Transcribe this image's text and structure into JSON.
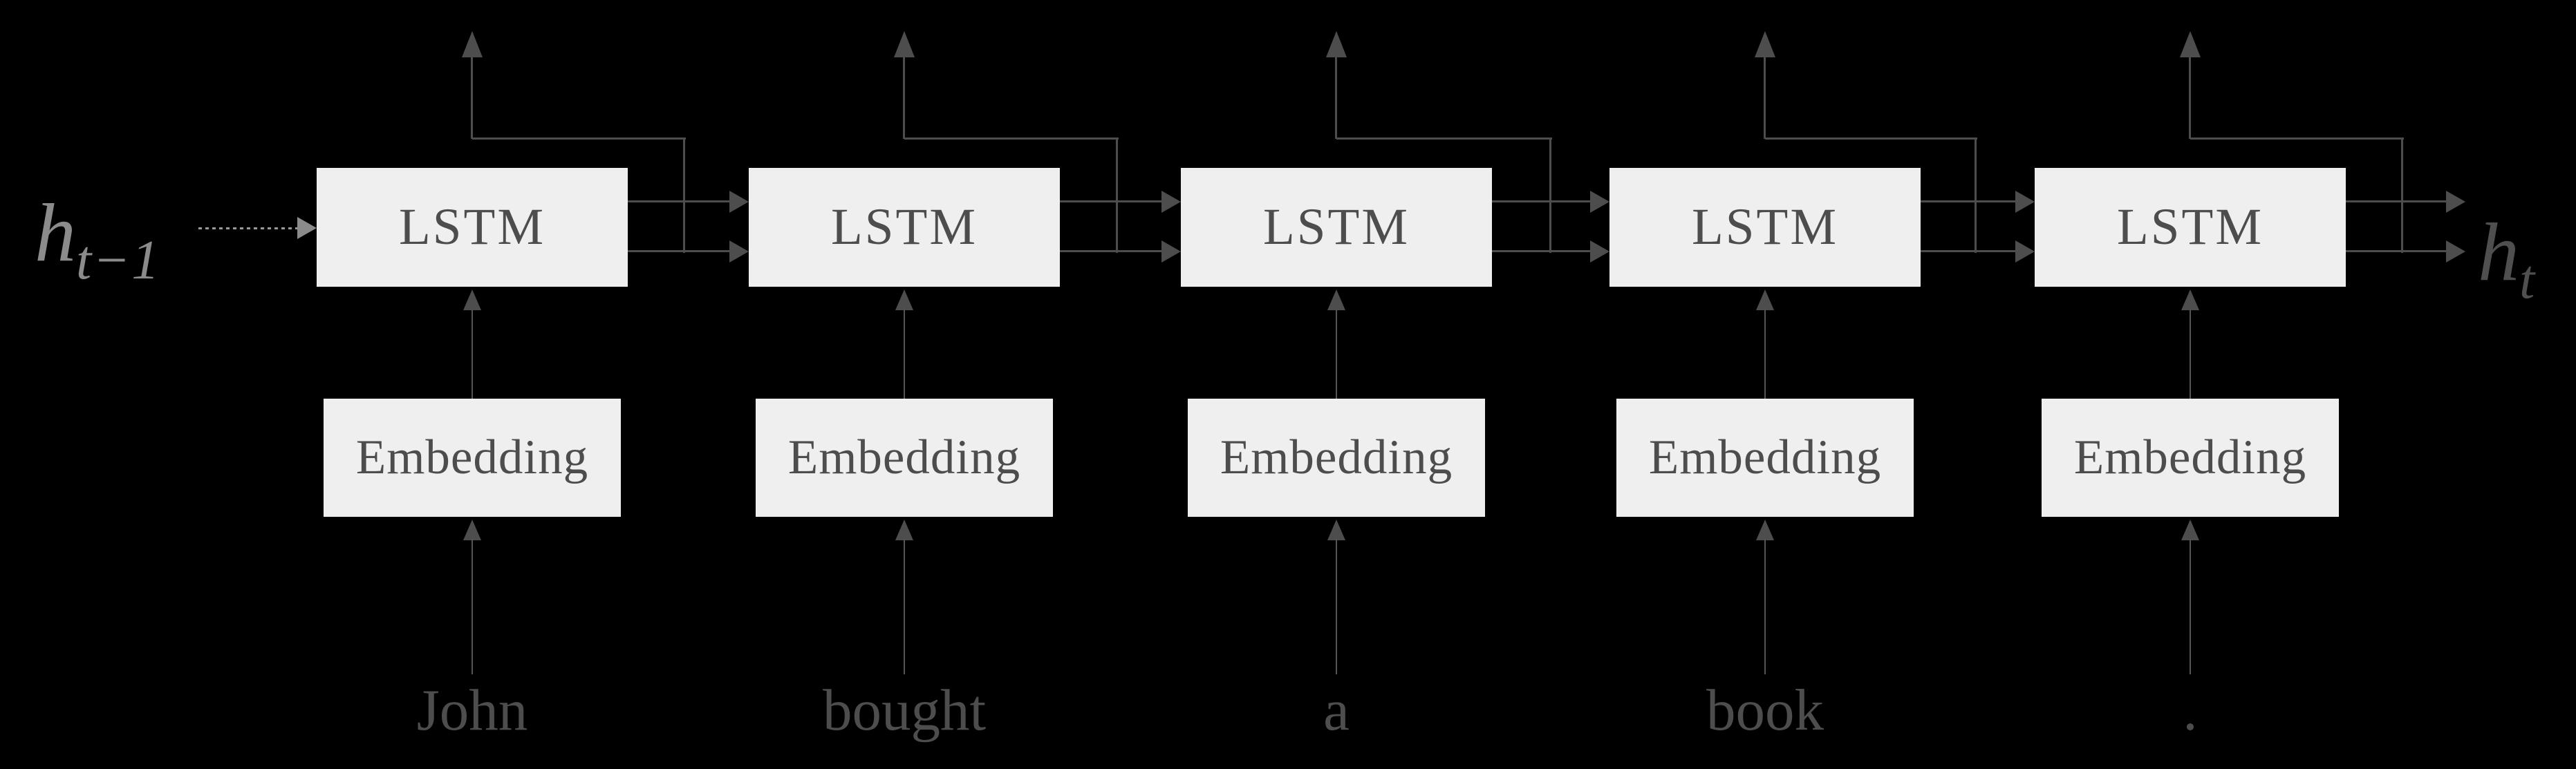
{
  "columns": [
    {
      "block_label": "LSTM",
      "embedding_label": "Embedding",
      "word": "John"
    },
    {
      "block_label": "LSTM",
      "embedding_label": "Embedding",
      "word": "bought"
    },
    {
      "block_label": "LSTM",
      "embedding_label": "Embedding",
      "word": "a"
    },
    {
      "block_label": "LSTM",
      "embedding_label": "Embedding",
      "word": "book"
    },
    {
      "block_label": "LSTM",
      "embedding_label": "Embedding",
      "word": "."
    }
  ],
  "left_label": {
    "base": "h",
    "sub": "t−1"
  },
  "right_label": {
    "base": "h",
    "sub": "t"
  },
  "colors": {
    "background": "#000000",
    "box_fill": "#efefef",
    "box_text": "#4d4d4d",
    "line": "#4d4d4d",
    "thin_line": "#555555",
    "prev_label": "#8b8b8b",
    "current_label": "#4f4f4f",
    "dotted_line": "#999999",
    "dotted_arrowhead": "#8b8b8b"
  }
}
